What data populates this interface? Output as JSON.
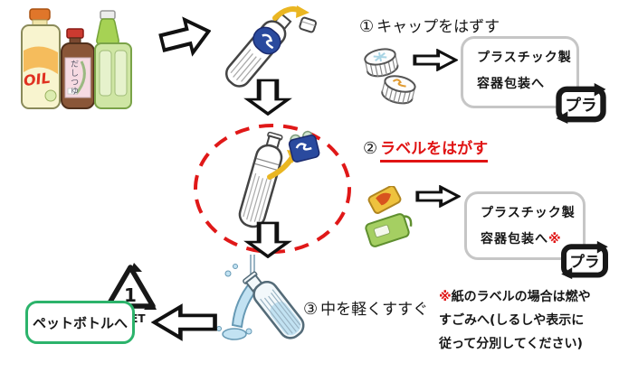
{
  "bottles": {
    "oil_text": "OIL",
    "dashi_text": "だしつゆ"
  },
  "steps": {
    "s1": {
      "num": "①",
      "text": "キャップをはずす"
    },
    "s2": {
      "num": "②",
      "text": "ラベルをはがす"
    },
    "s3": {
      "num": "③",
      "text": "中を軽くすすぐ"
    }
  },
  "boxes": {
    "plastic1": {
      "line1": "プラスチック製",
      "line2": "容器包装へ"
    },
    "plastic2": {
      "line1": "プラスチック製",
      "line2": "容器包装へ",
      "mark": "※"
    },
    "pet": {
      "label": "ペットボトルへ"
    }
  },
  "marks": {
    "pura1": "プラ",
    "pura2": "プラ",
    "pet_num": "1",
    "pet_label": "PET"
  },
  "note": {
    "mark": "※",
    "lines": [
      "紙のラベルの場合は燃や",
      "すごみへ(しるしや表示に",
      "従って分別してください)"
    ]
  },
  "colors": {
    "red": "#e01414",
    "green": "#2cb36b",
    "label_blue": "#2a4a9e",
    "arrow_yellow": "#eab622",
    "box_border": "#c6c6c6"
  }
}
